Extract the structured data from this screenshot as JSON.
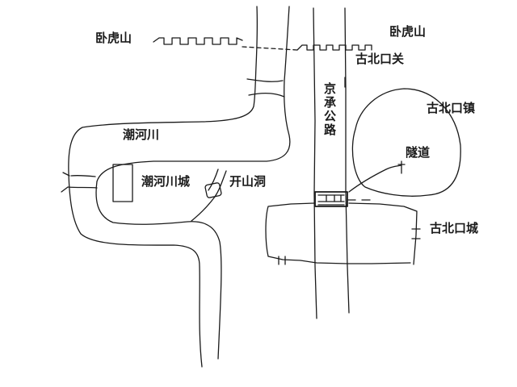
{
  "map": {
    "labels": {
      "wohushan_left": "卧虎山",
      "wohushan_right": "卧虎山",
      "gubeikou_pass": "古北口关",
      "jingcheng_road": "京承公路",
      "gubeikou_town": "古北口镇",
      "tunnel": "隧道",
      "chaohe_river": "潮河川",
      "chaohe_city": "潮河川城",
      "kaishan_cave": "开山洞",
      "gubeikou_city": "古北口城"
    },
    "colors": {
      "stroke": "#1a1a1a",
      "background": "#ffffff"
    }
  }
}
